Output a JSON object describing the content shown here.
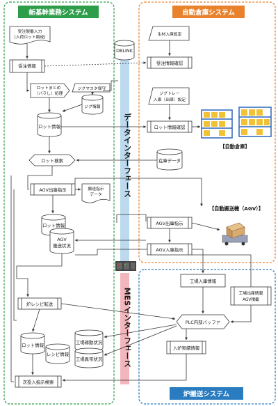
{
  "colors": {
    "green": "#2e9d4a",
    "orange": "#e9822d",
    "blue": "#2a7cc0",
    "band_blue": "#bcd9ee",
    "band_pink": "#f2b7bd",
    "agv_gray": "#9aa0b8",
    "shelf_blue": "#2a66b8",
    "box_yellow": "#f1c236"
  },
  "systems": {
    "left": "新基幹業務システム",
    "right_top": "自動倉庫システム",
    "right_bottom": "炉搬送システム"
  },
  "bands": {
    "data": "データインターフェース",
    "mes": "MESインターフェース",
    "dblink": "DBLINK"
  },
  "tags": {
    "warehouse": "【自動倉庫】",
    "agv": "【自動搬送機（AGV）】"
  },
  "nodes": {
    "order_input_1": "受注製番入力",
    "order_input_2": "(入荷ロット編成)",
    "order_info": "受注情報",
    "lot_summary_1": "ロットまとめ",
    "lot_summary_2": "（バラし）処理",
    "jig_master": "ジグマスタ保守",
    "jig_info": "ジグ情報",
    "lot_info": "ロット情報",
    "lot_search": "ロット検索",
    "material_input": "生材入庫設定",
    "order_confirm": "受注情報確認",
    "jig_tray_1": "ジグトレー",
    "jig_tray_2": "入庫（出庫）設定",
    "lot_confirm": "ロット情報確認",
    "stock_data": "在庫データ",
    "agv_out_order": "AGV出庫指示",
    "transport_data_1": "搬送指示",
    "transport_data_2": "データ",
    "lot_info_2": "ロット情報",
    "agv_status_1": "AGV",
    "agv_status_2": "搬送状況",
    "agv_out_order_r": "AGV出庫指示",
    "agv_in_order_r": "AGV入庫指示",
    "factory_in_info": "工場入庫情報",
    "factory_out_1": "工場出庫情報",
    "factory_out_2": "AGV積載",
    "furnace_recipe": "炉レシピ転送",
    "plc_buffer": "PLC内部バッファ",
    "furnace_result": "入炉実績情報",
    "lot_info_3": "ロット情報",
    "recipe_info": "レシピ情報",
    "factory_status": "工場稼動状況",
    "factory_error": "工場異常状況",
    "next_process": "次投入指示検索"
  }
}
